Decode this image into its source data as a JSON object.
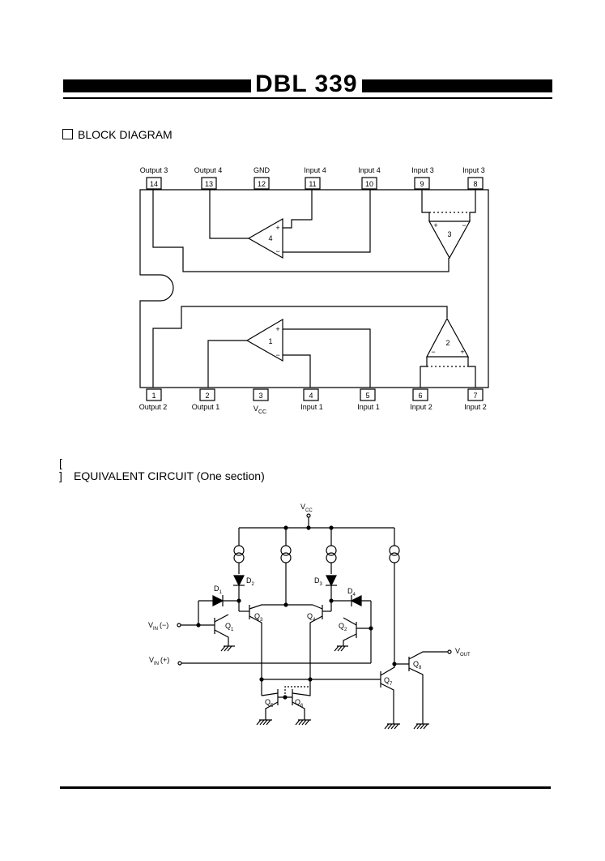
{
  "header": {
    "title": "DBL 339"
  },
  "block_diagram": {
    "heading": "BLOCK DIAGRAM",
    "top_pins": [
      {
        "label": "Output 3",
        "num": "14"
      },
      {
        "label": "Output 4",
        "num": "13"
      },
      {
        "label": "GND",
        "num": "12"
      },
      {
        "label": "Input 4",
        "num": "11"
      },
      {
        "label": "Input 4",
        "num": "10"
      },
      {
        "label": "Input 3",
        "num": "9"
      },
      {
        "label": "Input 3",
        "num": "8"
      }
    ],
    "bottom_pins": [
      {
        "label": "Output 2",
        "num": "1"
      },
      {
        "label": "Output 1",
        "num": "2"
      },
      {
        "label": "V",
        "sub": "CC",
        "num": "3"
      },
      {
        "label": "Input 1",
        "num": "4"
      },
      {
        "label": "Input 1",
        "num": "5"
      },
      {
        "label": "Input 2",
        "num": "6"
      },
      {
        "label": "Input 2",
        "num": "7"
      }
    ],
    "comparators": [
      {
        "num": "4",
        "plus": "+",
        "minus": "−"
      },
      {
        "num": "3",
        "plus": "+",
        "minus": "−"
      },
      {
        "num": "1",
        "plus": "+",
        "minus": "−"
      },
      {
        "num": "2",
        "plus": "+",
        "minus": "−"
      }
    ]
  },
  "equivalent_circuit": {
    "heading": "EQUIVALENT CIRCUIT (One section)",
    "vcc": {
      "main": "V",
      "sub": "CC"
    },
    "vin_minus": {
      "main": "V",
      "sub": "IN",
      "tail": "(−)"
    },
    "vin_plus": {
      "main": "V",
      "sub": "IN",
      "tail": "(+)"
    },
    "vout": {
      "main": "V",
      "sub": "OUT"
    },
    "diodes": [
      {
        "main": "D",
        "sub": "1"
      },
      {
        "main": "D",
        "sub": "2"
      },
      {
        "main": "D",
        "sub": "3"
      },
      {
        "main": "D",
        "sub": "4"
      }
    ],
    "transistors": [
      {
        "main": "Q",
        "sub": "1"
      },
      {
        "main": "Q",
        "sub": "2"
      },
      {
        "main": "Q",
        "sub": "3"
      },
      {
        "main": "Q",
        "sub": "4"
      },
      {
        "main": "Q",
        "sub": "5"
      },
      {
        "main": "Q",
        "sub": "6"
      },
      {
        "main": "Q",
        "sub": "7"
      },
      {
        "main": "Q",
        "sub": "8"
      }
    ]
  }
}
